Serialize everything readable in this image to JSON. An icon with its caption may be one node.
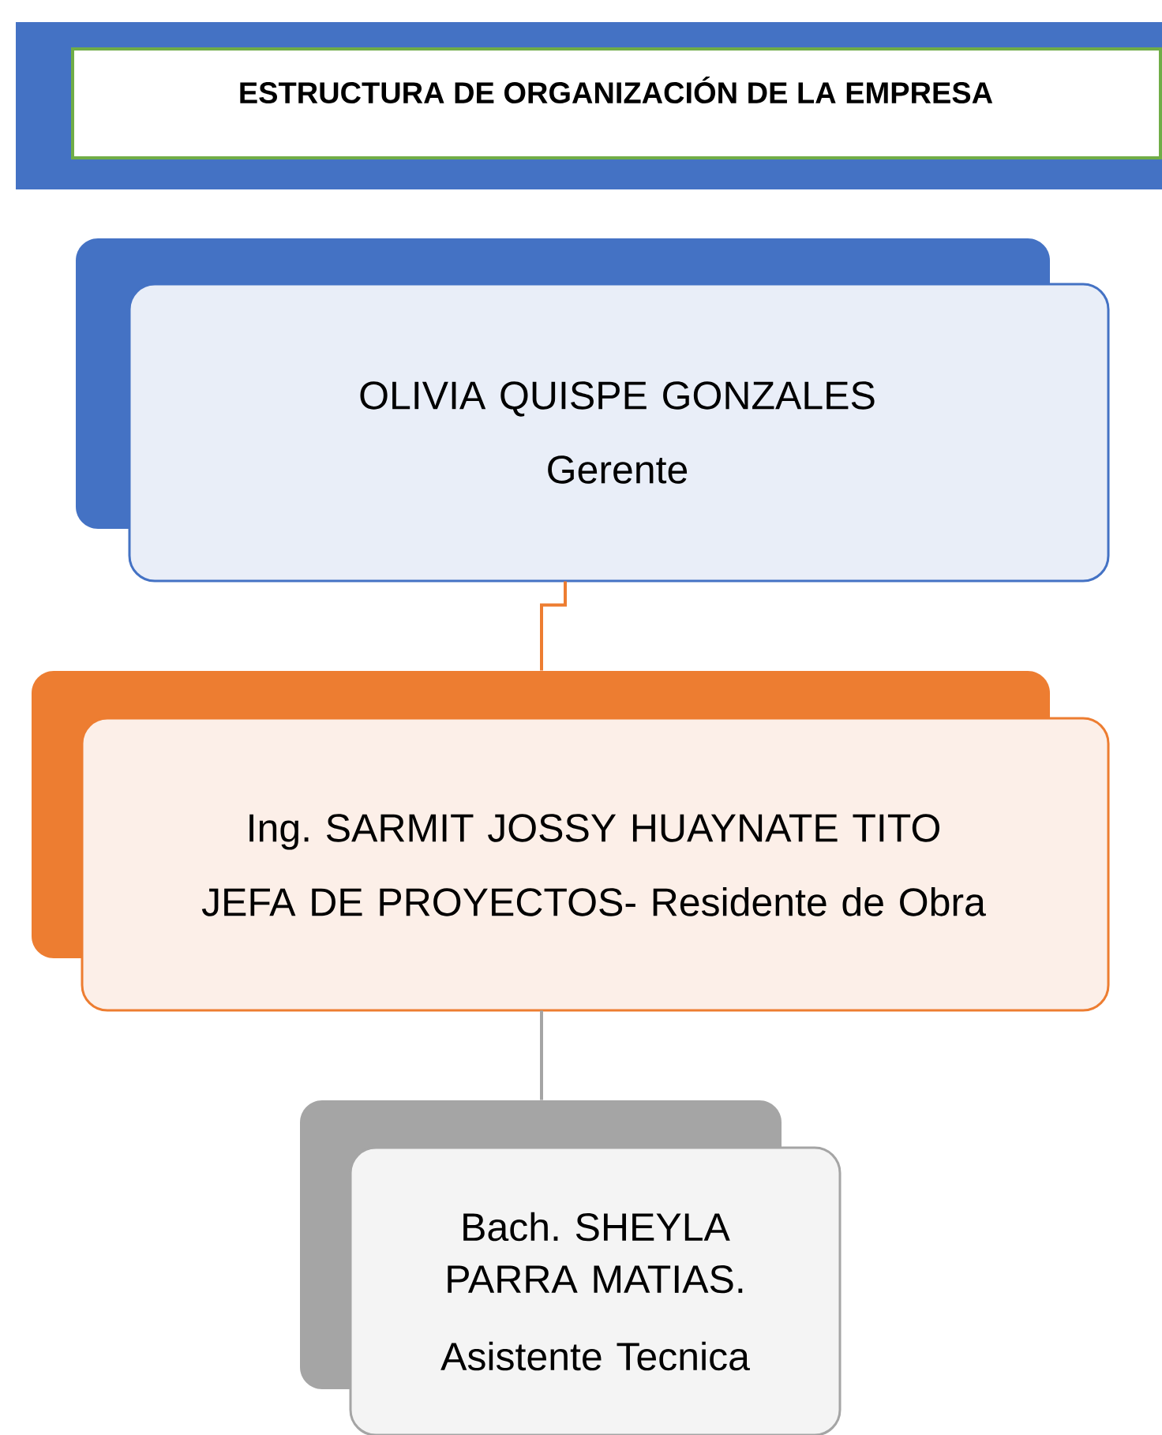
{
  "diagram": {
    "title": "ESTRUCTURA DE ORGANIZACIÓN DE LA EMPRESA",
    "nodes": [
      {
        "text": [
          "OLIVIA QUISPE GONZALES",
          "Gerente"
        ]
      },
      {
        "text": [
          "Ing. SARMIT JOSSY HUAYNATE TITO",
          "JEFA DE PROYECTOS- Residente de Obra"
        ]
      },
      {
        "text": [
          "Bach. SHEYLA PARRA MATIAS.",
          "Asistente Tecnica"
        ]
      }
    ],
    "edges": [
      {
        "from": 0,
        "to": 1,
        "arrow": "none",
        "color": "#ed7d31"
      },
      {
        "from": 1,
        "to": 2,
        "arrow": "none",
        "color": "#a5a5a5"
      }
    ]
  }
}
